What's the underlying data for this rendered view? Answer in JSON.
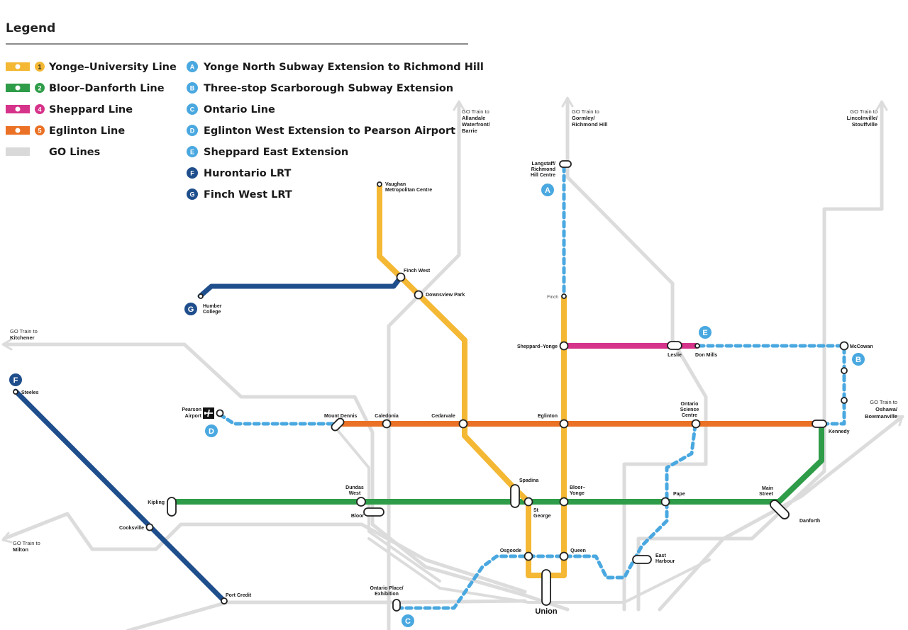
{
  "legend": {
    "title": "Legend",
    "lines": [
      {
        "num": "1",
        "label": "Yonge–University Line",
        "color": "#f4b834"
      },
      {
        "num": "2",
        "label": "Bloor–Danforth Line",
        "color": "#2e9c48"
      },
      {
        "num": "4",
        "label": "Sheppard Line",
        "color": "#d6338a"
      },
      {
        "num": "5",
        "label": "Eglinton Line",
        "color": "#ea7125"
      },
      {
        "num": "",
        "label": "GO Lines",
        "color": "#d9d9d9"
      }
    ],
    "projects": [
      {
        "letter": "A",
        "label": "Yonge North Subway Extension to Richmond Hill",
        "color": "#4aa8e0"
      },
      {
        "letter": "B",
        "label": "Three-stop Scarborough Subway Extension",
        "color": "#4aa8e0"
      },
      {
        "letter": "C",
        "label": "Ontario Line",
        "color": "#4aa8e0"
      },
      {
        "letter": "D",
        "label": "Eglinton West Extension to Pearson Airport",
        "color": "#4aa8e0"
      },
      {
        "letter": "E",
        "label": "Sheppard East Extension",
        "color": "#4aa8e0"
      },
      {
        "letter": "F",
        "label": "Hurontario LRT",
        "color": "#1f4e8c"
      },
      {
        "letter": "G",
        "label": "Finch West LRT",
        "color": "#1f4e8c"
      }
    ]
  },
  "go_destinations": {
    "barrie": [
      "GO Train to",
      "Allandale",
      "Waterfront/",
      "Barrie"
    ],
    "richmond_hill": [
      "GO Train to",
      "Gormley/",
      "Richmond Hill"
    ],
    "stouffville": [
      "GO Train to",
      "Lincolnville/",
      "Stouffville"
    ],
    "kitchener": [
      "GO Train to",
      "Kitchener"
    ],
    "oshawa": [
      "GO Train to",
      "Oshawa/",
      "Bowmanville"
    ],
    "milton": [
      "GO Train to",
      "Milton"
    ]
  },
  "stations": {
    "langstaff": [
      "Langstaff/",
      "Richmond",
      "Hill Centre"
    ],
    "vaughan": [
      "Vaughan",
      "Metropolitan Centre"
    ],
    "finch_west": "Finch West",
    "downsview": "Downsview Park",
    "humber": [
      "Humber",
      "College"
    ],
    "finch": "Finch",
    "sheppard_yonge": "Sheppard–Yonge",
    "leslie": "Leslie",
    "don_mills": "Don Mills",
    "mccowan": "McCowan",
    "steeles": "Steeles",
    "pearson": [
      "Pearson",
      "Airport"
    ],
    "mount_dennis": "Mount Dennis",
    "caledonia": "Caledonia",
    "cedarvale": "Cedarvale",
    "eglinton": "Eglinton",
    "science_centre": [
      "Ontario",
      "Science",
      "Centre"
    ],
    "kennedy": "Kennedy",
    "kipling": "Kipling",
    "dundas_west": [
      "Dundas",
      "West"
    ],
    "bloor": "Bloor",
    "spadina": "Spadina",
    "st_george": [
      "St",
      "George"
    ],
    "bloor_yonge": [
      "Bloor–",
      "Yonge"
    ],
    "pape": "Pape",
    "main_street": [
      "Main",
      "Street"
    ],
    "danforth": "Danforth",
    "cooksville": "Cooksville",
    "osgoode": "Osgoode",
    "queen": "Queen",
    "east_harbour": [
      "East",
      "Harbour"
    ],
    "port_credit": "Port Credit",
    "ontario_place": [
      "Ontario Place/",
      "Exhibition"
    ],
    "union": "Union"
  },
  "badges": {
    "A": "A",
    "B": "B",
    "C": "C",
    "D": "D",
    "E": "E",
    "F": "F",
    "G": "G"
  },
  "icons": {
    "airport": "airplane-icon"
  }
}
